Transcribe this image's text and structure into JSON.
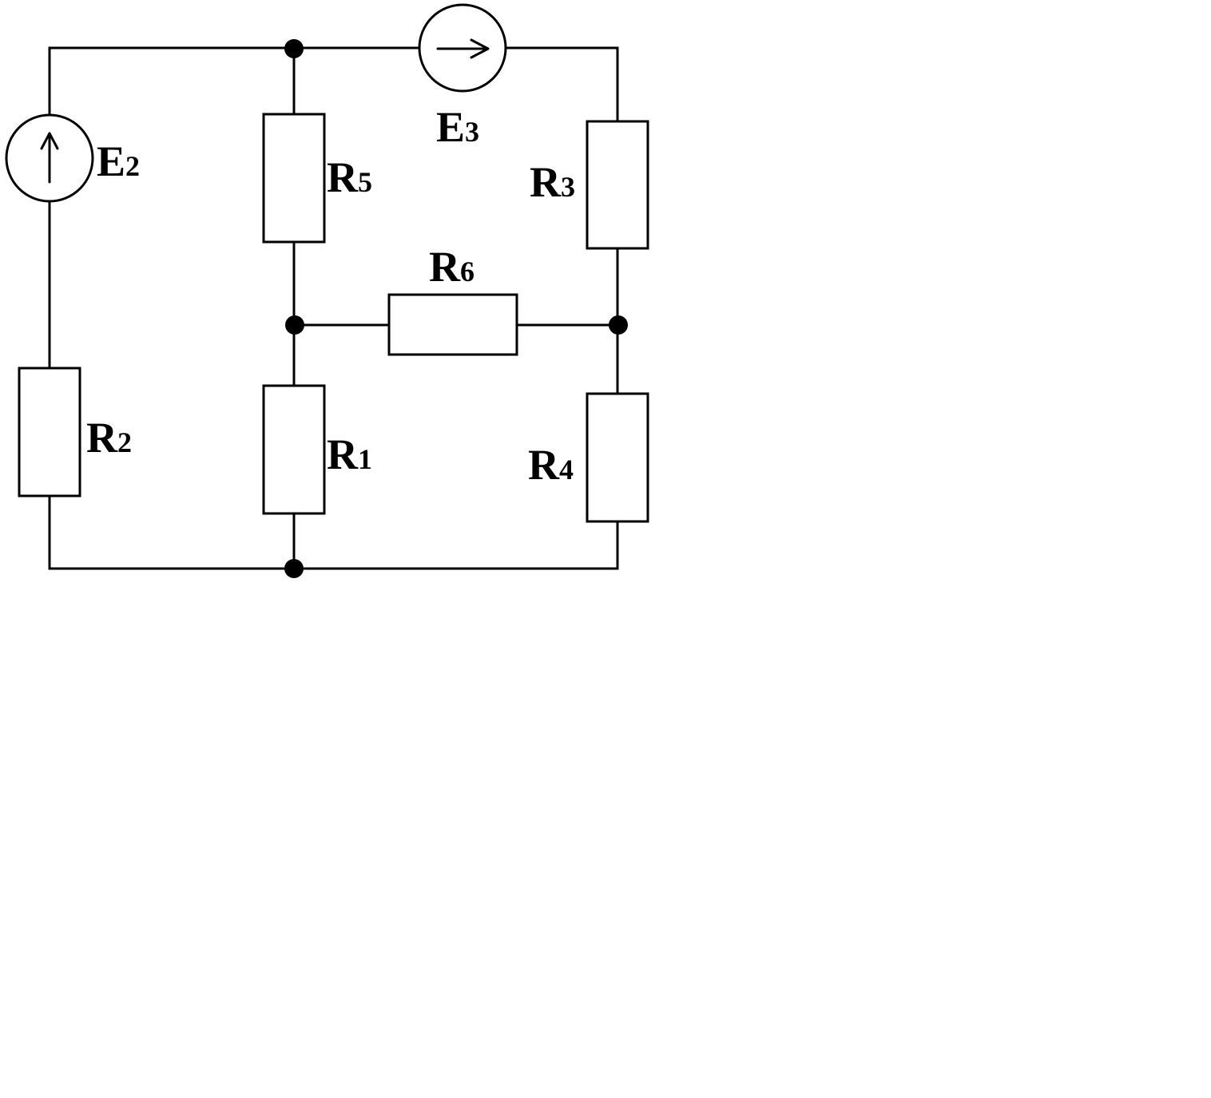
{
  "diagram": {
    "components": [
      {
        "id": "E2",
        "kind": "voltage-source",
        "label": "E",
        "sub": "2",
        "arrow": "up"
      },
      {
        "id": "E3",
        "kind": "voltage-source",
        "label": "E",
        "sub": "3",
        "arrow": "right"
      },
      {
        "id": "R1",
        "kind": "resistor",
        "label": "R",
        "sub": "1"
      },
      {
        "id": "R2",
        "kind": "resistor",
        "label": "R",
        "sub": "2"
      },
      {
        "id": "R3",
        "kind": "resistor",
        "label": "R",
        "sub": "3"
      },
      {
        "id": "R4",
        "kind": "resistor",
        "label": "R",
        "sub": "4"
      },
      {
        "id": "R5",
        "kind": "resistor",
        "label": "R",
        "sub": "5"
      },
      {
        "id": "R6",
        "kind": "resistor",
        "label": "R",
        "sub": "6"
      }
    ],
    "colors": {
      "stroke": "#000000",
      "background": "#ffffff"
    }
  }
}
